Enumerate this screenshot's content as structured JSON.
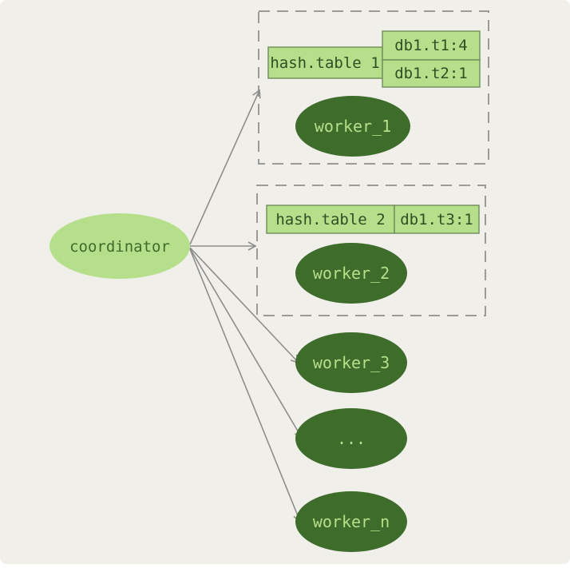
{
  "coordinator": {
    "label": "coordinator"
  },
  "groups": [
    {
      "hash_table": {
        "label": "hash.table 1",
        "entries": [
          "db1.t1:4",
          "db1.t2:1"
        ]
      },
      "worker": "worker_1"
    },
    {
      "hash_table": {
        "label": "hash.table 2",
        "entries": [
          "db1.t3:1"
        ]
      },
      "worker": "worker_2"
    }
  ],
  "standalone_workers": [
    "worker_3",
    "...",
    "worker_n"
  ],
  "colors": {
    "background": "#f1efea",
    "coordinator_fill": "#b6df8c",
    "worker_fill": "#3d6c2b",
    "worker_text": "#b6df8c",
    "table_fill": "#b6df8c",
    "arrow": "#8d8d8d",
    "dashed_box": "#9a9a9a"
  }
}
